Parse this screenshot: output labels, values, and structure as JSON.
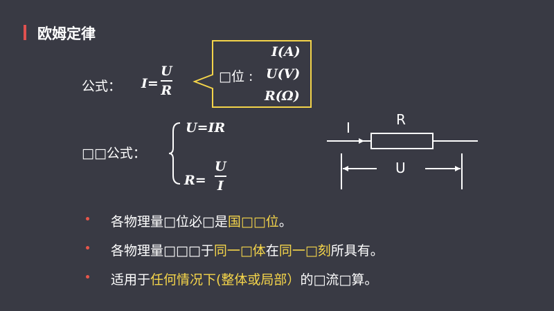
{
  "title": "欧姆定律",
  "formula": {
    "label": "公式：",
    "lhs": "I",
    "equals": "=",
    "numerator": "U",
    "denominator": "R"
  },
  "units": {
    "label": "□位 :",
    "items": [
      "I(A)",
      "U(V)",
      "R(Ω)"
    ]
  },
  "derived": {
    "label": "□□公式：",
    "first": "U=IR",
    "second_lhs": "R=",
    "second_num": "U",
    "second_den": "I"
  },
  "circuit": {
    "current_label": "I",
    "resistor_label": "R",
    "voltage_label": "U"
  },
  "bullets": [
    [
      {
        "text": "各物理量□位必□是",
        "hl": false
      },
      {
        "text": "国□□位",
        "hl": true
      },
      {
        "text": "。",
        "hl": false
      }
    ],
    [
      {
        "text": "各物理量□□□于",
        "hl": false
      },
      {
        "text": "同一□体",
        "hl": true
      },
      {
        "text": "在",
        "hl": false
      },
      {
        "text": "同一□刻",
        "hl": true
      },
      {
        "text": "所具有。",
        "hl": false
      }
    ],
    [
      {
        "text": "适用于",
        "hl": false
      },
      {
        "text": "任何情况下(整体或局部）",
        "hl": true
      },
      {
        "text": "的□流□算。",
        "hl": false
      }
    ]
  ],
  "colors": {
    "background": "#393a44",
    "accent_bar": "#e0514f",
    "highlight": "#f5d54a",
    "unit_box_border": "#f5d54a",
    "bullet_dot": "#e8564a"
  }
}
